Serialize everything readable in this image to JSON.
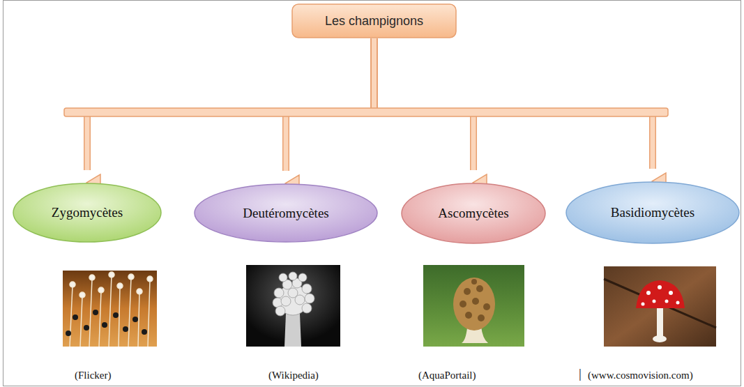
{
  "diagram": {
    "nodes": [
      {
        "text": [
          "Les champignons"
        ]
      },
      {
        "text": [
          "Zygomycètes"
        ]
      },
      {
        "text": [
          "Deutéromycètes"
        ]
      },
      {
        "text": [
          "Ascomycètes"
        ]
      },
      {
        "text": [
          "Basidiomycètes"
        ]
      }
    ],
    "edges": [
      {
        "from": 0,
        "to": 1,
        "arrow": "to"
      },
      {
        "from": 0,
        "to": 2,
        "arrow": "to"
      },
      {
        "from": 0,
        "to": 3,
        "arrow": "to"
      },
      {
        "from": 0,
        "to": 4,
        "arrow": "to"
      }
    ],
    "labels": [
      "(Flicker)",
      "(Wikipedia)",
      "(AquaPortail)",
      "|",
      "(www.cosmovision.com)"
    ]
  }
}
